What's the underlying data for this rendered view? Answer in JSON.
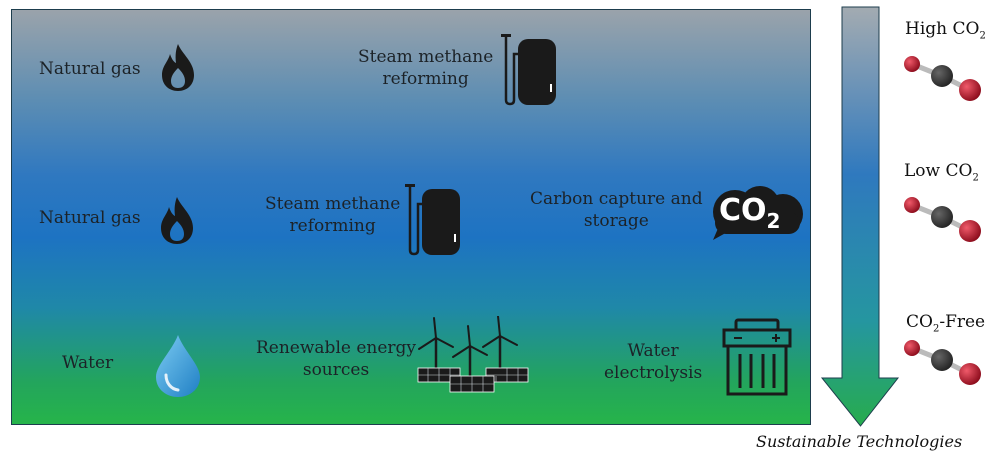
{
  "rows": [
    {
      "source": "Natural gas",
      "process": [
        "Steam methane",
        "reforming"
      ]
    },
    {
      "source": "Natural gas",
      "process": [
        "Steam methane",
        "reforming"
      ],
      "capture": [
        "Carbon capture and",
        "storage"
      ]
    },
    {
      "source": "Water",
      "process": [
        "Renewable energy",
        "sources"
      ],
      "electrolysis": [
        "Water",
        "electrolysis"
      ]
    }
  ],
  "co2_badge": {
    "main": "CO",
    "sub": "2"
  },
  "levels": [
    {
      "prefix": "High CO",
      "sub": "2",
      "suffix": ""
    },
    {
      "prefix": "Low CO",
      "sub": "2",
      "suffix": ""
    },
    {
      "prefix": "CO",
      "sub": "2",
      "suffix": "-Free"
    }
  ],
  "footer": "Sustainable Technologies",
  "colors": {
    "arrow": "#27a54f",
    "arrow_top": "#9aa7ad",
    "icon": "#1a1a1a",
    "water_drop": "#3aa3e0",
    "oxygen": "#c8102e",
    "carbon": "#333333"
  },
  "icons": [
    "flame-icon",
    "steam-reformer-icon",
    "co2-cloud-icon",
    "water-drop-icon",
    "wind-turbines-solar-icon",
    "battery-icon",
    "co2-molecule-icon"
  ]
}
